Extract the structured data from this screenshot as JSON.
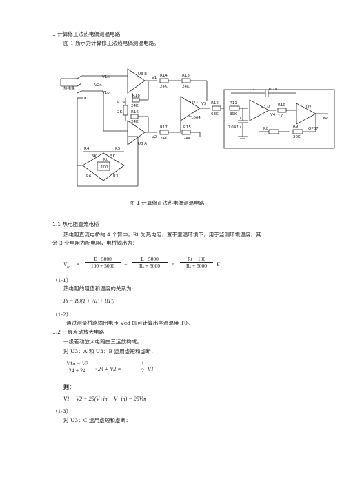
{
  "section1": {
    "heading": "1  计算修正法热电偶测温电路",
    "intro": "图 1 所示为计算修正法热电偶测温电路。"
  },
  "circuit": {
    "labels": {
      "thermocouple": "热电偶",
      "v1n": "V1n",
      "v2n": "V2n",
      "v1p": "V1p",
      "d": "d",
      "u3b": "U3 B",
      "u3a": "U3 A",
      "u3c": "U3 C",
      "u3d": "U3 D",
      "u2": "U2",
      "v1": "V1",
      "v2": "V2",
      "v3": "V3",
      "v4": "V4",
      "vo": "Vo",
      "r14": "R14",
      "r14v": "24K",
      "r13": "R13",
      "r13v": "24K",
      "r18": "R18",
      "r18v": "24K",
      "r19": "R19",
      "r19v": "2K",
      "r16": "R16",
      "r16v": "24K",
      "r17": "R17",
      "r17v": "24K",
      "r15": "R15",
      "r15v": "24K",
      "r12": "R12",
      "r12v": "68K",
      "r11": "R11",
      "r11v": "39K",
      "r10": "R10",
      "r10v": "1K",
      "r8": "R8",
      "r9": "R9",
      "r9v": "20K",
      "c1": "C1",
      "c1v": "0.047u",
      "c2": "C2",
      "c2v": "0.1u",
      "tl064": "TL064",
      "op07": "OP07",
      "r4": "R4",
      "r4v": "5K",
      "r5": "R5",
      "r5v": "5K",
      "rt": "Rt",
      "rtv": "100",
      "r6": "R6",
      "r3": "R3"
    },
    "caption": "图 1    计算修正法热电偶测温电路"
  },
  "section11": {
    "heading": "1.1    热电阻直流电桥",
    "p1": "热电阻直流电桥的 4 个臂中，Rt 为热电阻，置于室温环境下，用于监测环境温度，其",
    "p2": "余 3 个电阻为配电阻，电桥输出为：",
    "eq1": {
      "lhs": "V",
      "lhs_sub": "cd",
      "f1_num": "E · 5000",
      "f1_den": "100 + 5000",
      "f2_num": "E · 5000",
      "f2_den": "Rt + 5000",
      "approx": "≈",
      "f3_num": "Rt − 100",
      "f3_den": "Rt + 5000",
      "tail": "E"
    },
    "eq1_no": "（1-1）",
    "p3": "热电阻的阻值和温度的关系为:",
    "eq2": "Rt = R0(1 + AT + BT²)",
    "eq2_no": "（1-2）",
    "p4": "通过测量桥路输出电压 Vcd 即可计算出室温温度 T0。"
  },
  "section12": {
    "heading": "1.2    一级差动放大电路",
    "p1": "一级差动放大电路由三运放构成。",
    "p2": "对 U3：A 和 U3：B 运用虚短和虚断：",
    "eq3": {
      "num": "V1n − V2",
      "den": "24 + 24",
      "rest": "· 24 + V2 =",
      "half_num": "1",
      "half_den": "2",
      "tail": "V1"
    },
    "then": "则：",
    "eq4": "V1 − V2 = 25(V+in − V−in) = 25Vin",
    "eq4_no": "（1-3）",
    "p3": "对 U3：C 运用虚短和虚断："
  }
}
